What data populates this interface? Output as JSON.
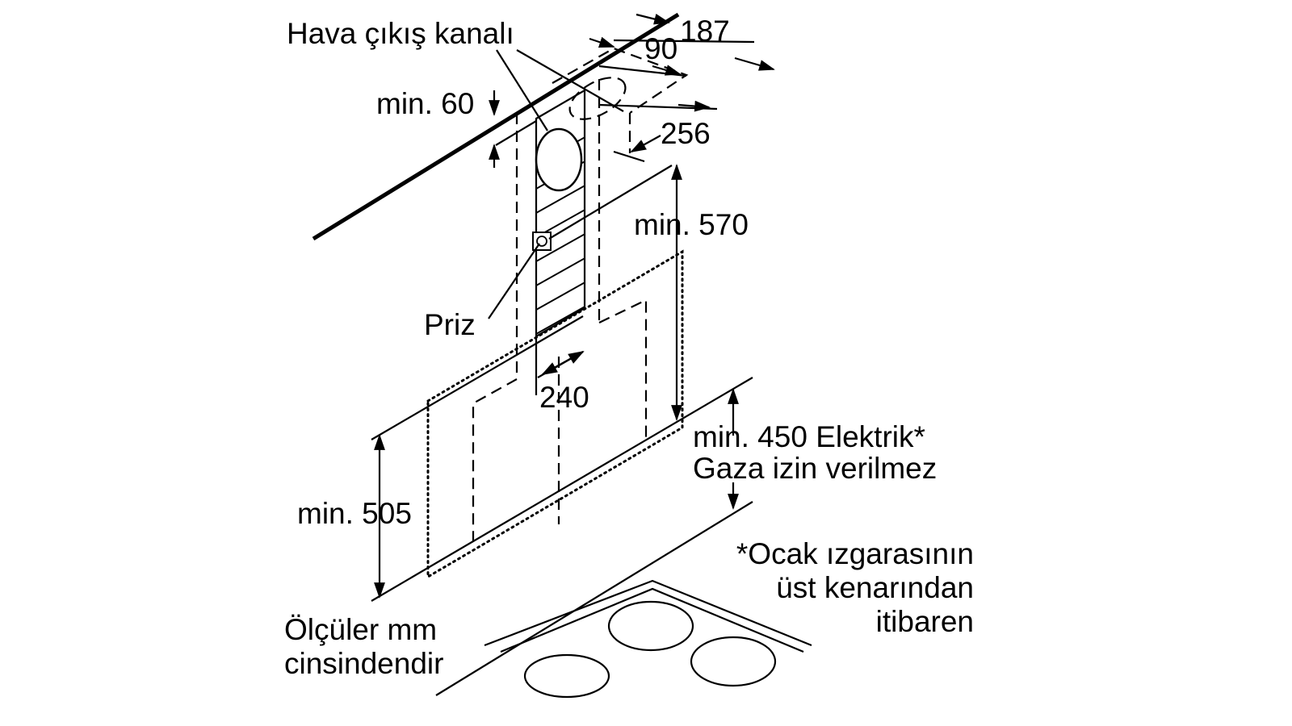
{
  "labels": {
    "air_outlet": "Hava çıkış kanalı",
    "min60": "min. 60",
    "dim187": "187",
    "dim90": "90",
    "dim256": "256",
    "min570": "min. 570",
    "socket": "Priz",
    "dim240": "240",
    "min450_line1": "min. 450 Elektrik*",
    "min450_line2": "Gaza izin verilmez",
    "min505": "min. 505",
    "footnote_line1": "*Ocak ızgarasının",
    "footnote_line2": "üst kenarından",
    "footnote_line3": "itibaren",
    "units_line1": "Ölçüler mm",
    "units_line2": "cinsindendir"
  },
  "colors": {
    "ink": "#000000",
    "background": "#ffffff"
  }
}
